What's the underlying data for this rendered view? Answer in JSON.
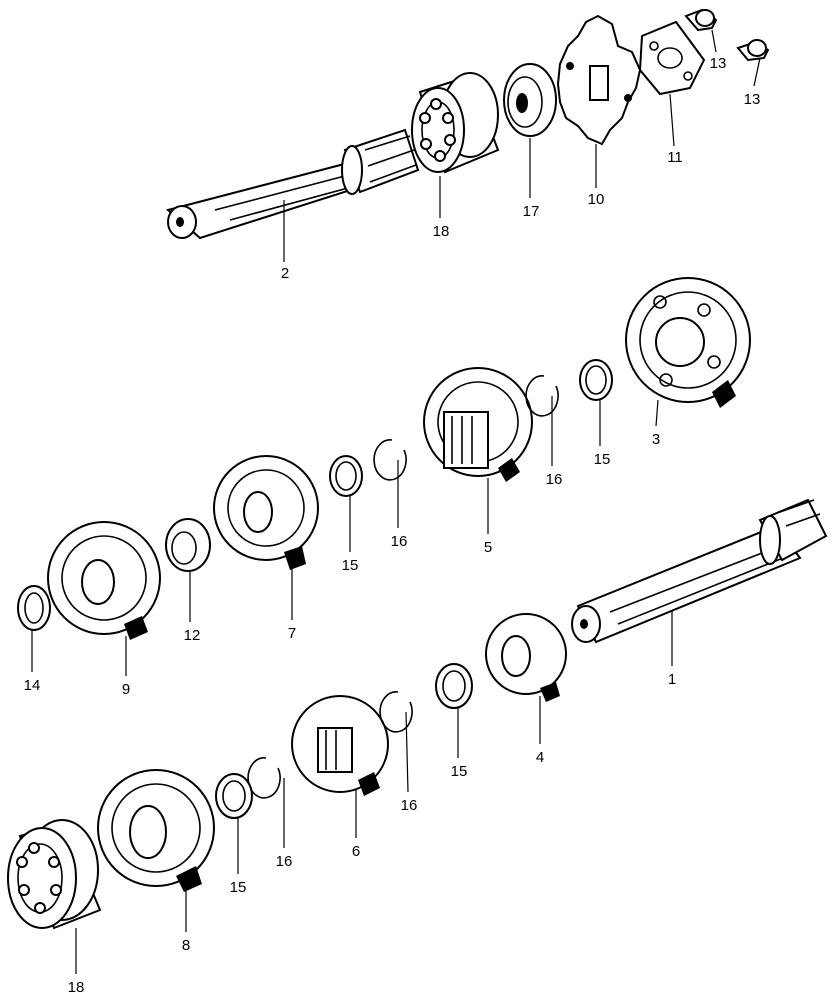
{
  "colors": {
    "ink": "#000000",
    "background": "#ffffff"
  },
  "callouts": {
    "c1": "1",
    "c2": "2",
    "c3": "3",
    "c4": "4",
    "c5": "5",
    "c6": "6",
    "c7": "7",
    "c8": "8",
    "c9": "9",
    "c10": "10",
    "c11": "11",
    "c12": "12",
    "c13a": "13",
    "c13b": "13",
    "c14": "14",
    "c15a": "15",
    "c15b": "15",
    "c15c": "15",
    "c15d": "15",
    "c16a": "16",
    "c16b": "16",
    "c16c": "16",
    "c16d": "16",
    "c17": "17",
    "c18a": "18",
    "c18b": "18"
  }
}
